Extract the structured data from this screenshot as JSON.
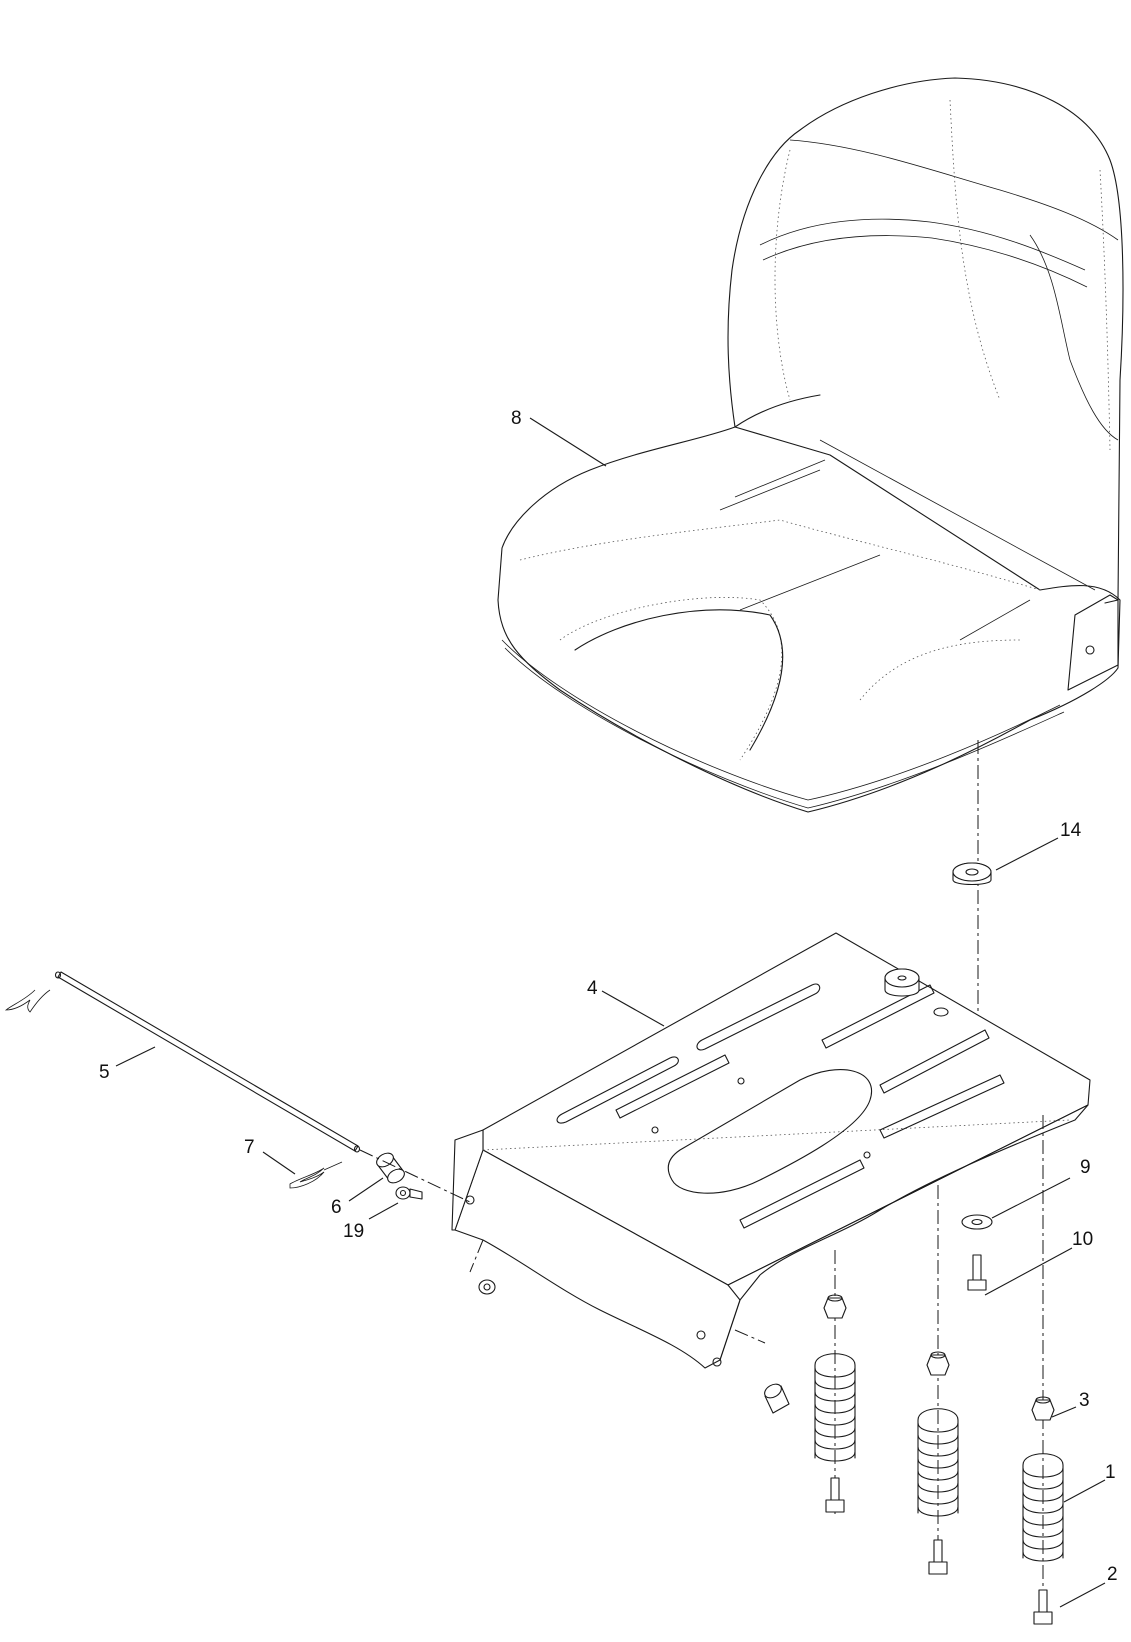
{
  "callouts": {
    "c1": "1",
    "c2": "2",
    "c3": "3",
    "c4": "4",
    "c5": "5",
    "c6": "6",
    "c7": "7",
    "c8": "8",
    "c9": "9",
    "c10": "10",
    "c14": "14",
    "c19": "19"
  }
}
